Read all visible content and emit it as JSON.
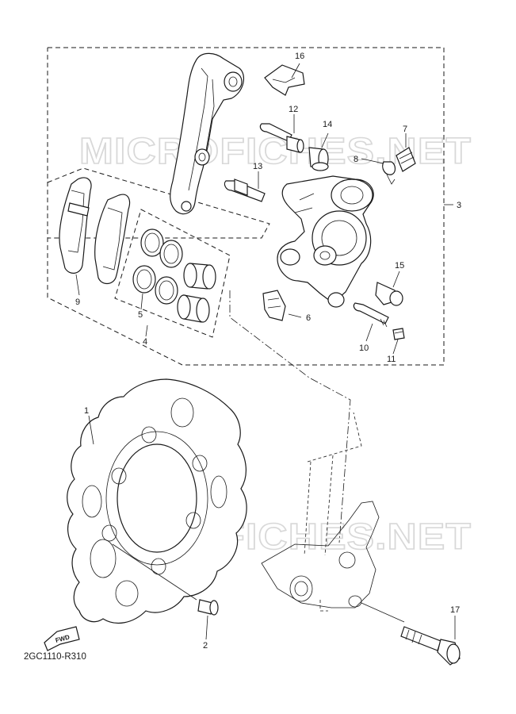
{
  "diagram_id": "2GC1110-R310",
  "watermark_text": "MICROFICHES.NET",
  "fwd_label": "FWD",
  "callouts": {
    "n1": "1",
    "n2": "2",
    "n3": "3",
    "n4": "4",
    "n5": "5",
    "n6": "6",
    "n7": "7",
    "n8": "8",
    "n9": "9",
    "n10": "10",
    "n11": "11",
    "n12": "12",
    "n13": "13",
    "n14": "14",
    "n15": "15",
    "n16": "16",
    "n17": "17"
  }
}
